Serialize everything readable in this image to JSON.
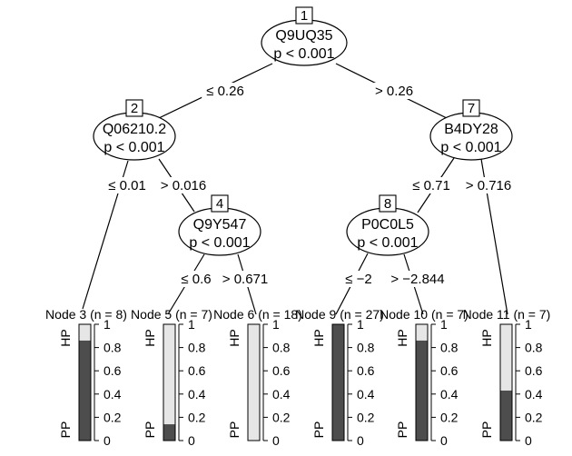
{
  "tree": {
    "inner_nodes": [
      {
        "id": "1",
        "variable": "Q9UQ35",
        "p_value": "p < 0.001"
      },
      {
        "id": "2",
        "variable": "Q06210.2",
        "p_value": "p < 0.001"
      },
      {
        "id": "4",
        "variable": "Q9Y547",
        "p_value": "p < 0.001"
      },
      {
        "id": "7",
        "variable": "B4DY28",
        "p_value": "p < 0.001"
      },
      {
        "id": "8",
        "variable": "P0C0L5",
        "p_value": "p < 0.001"
      }
    ],
    "edges": [
      {
        "from": "1",
        "to": "2",
        "label": "≤ 0.26"
      },
      {
        "from": "1",
        "to": "7",
        "label": "> 0.26"
      },
      {
        "from": "2",
        "to": "3",
        "label": "≤ 0.01"
      },
      {
        "from": "2",
        "to": "4",
        "label": "> 0.016"
      },
      {
        "from": "4",
        "to": "5",
        "label": "≤ 0.6"
      },
      {
        "from": "4",
        "to": "6",
        "label": "> 0.671"
      },
      {
        "from": "7",
        "to": "8",
        "label": "≤ 0.71"
      },
      {
        "from": "7",
        "to": "11",
        "label": "> 0.716"
      },
      {
        "from": "8",
        "to": "9",
        "label": "≤ −2"
      },
      {
        "from": "8",
        "to": "10",
        "label": "> −2.844"
      }
    ],
    "leaves": [
      {
        "id": "3",
        "title": "Node 3 (n = 8)",
        "pp_fraction": 0.86
      },
      {
        "id": "5",
        "title": "Node 5 (n = 7)",
        "pp_fraction": 0.14
      },
      {
        "id": "6",
        "title": "Node 6 (n = 18)",
        "pp_fraction": 0.0
      },
      {
        "id": "9",
        "title": "Node 9 (n = 27)",
        "pp_fraction": 1.0
      },
      {
        "id": "10",
        "title": "Node 10 (n = 7)",
        "pp_fraction": 0.86
      },
      {
        "id": "11",
        "title": "Node 11 (n = 7)",
        "pp_fraction": 0.43
      }
    ],
    "class_labels": {
      "top": "HP",
      "bottom": "PP"
    },
    "tick_labels": [
      "0",
      "0.2",
      "0.4",
      "0.6",
      "0.8",
      "1"
    ],
    "colors": {
      "pp_fill": "#4d4d4d",
      "hp_fill": "#e6e6e6",
      "stroke": "#000000"
    }
  }
}
